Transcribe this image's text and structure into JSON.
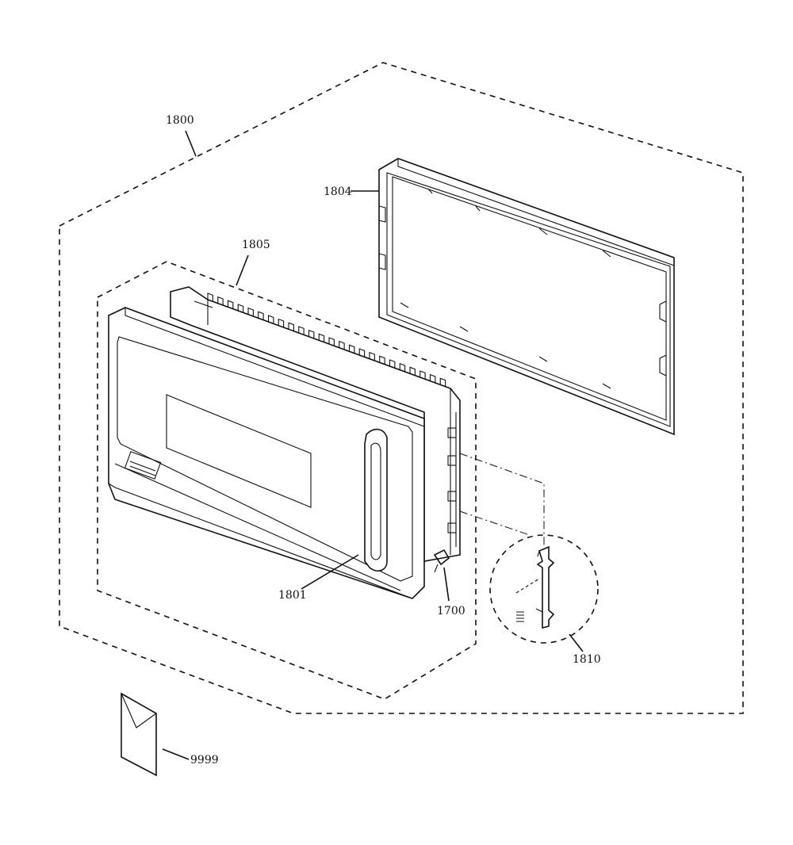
{
  "callouts": {
    "c1800": "1800",
    "c1804": "1804",
    "c1805": "1805",
    "c1801": "1801",
    "c1700": "1700",
    "c1810": "1810",
    "c9999": "9999"
  }
}
